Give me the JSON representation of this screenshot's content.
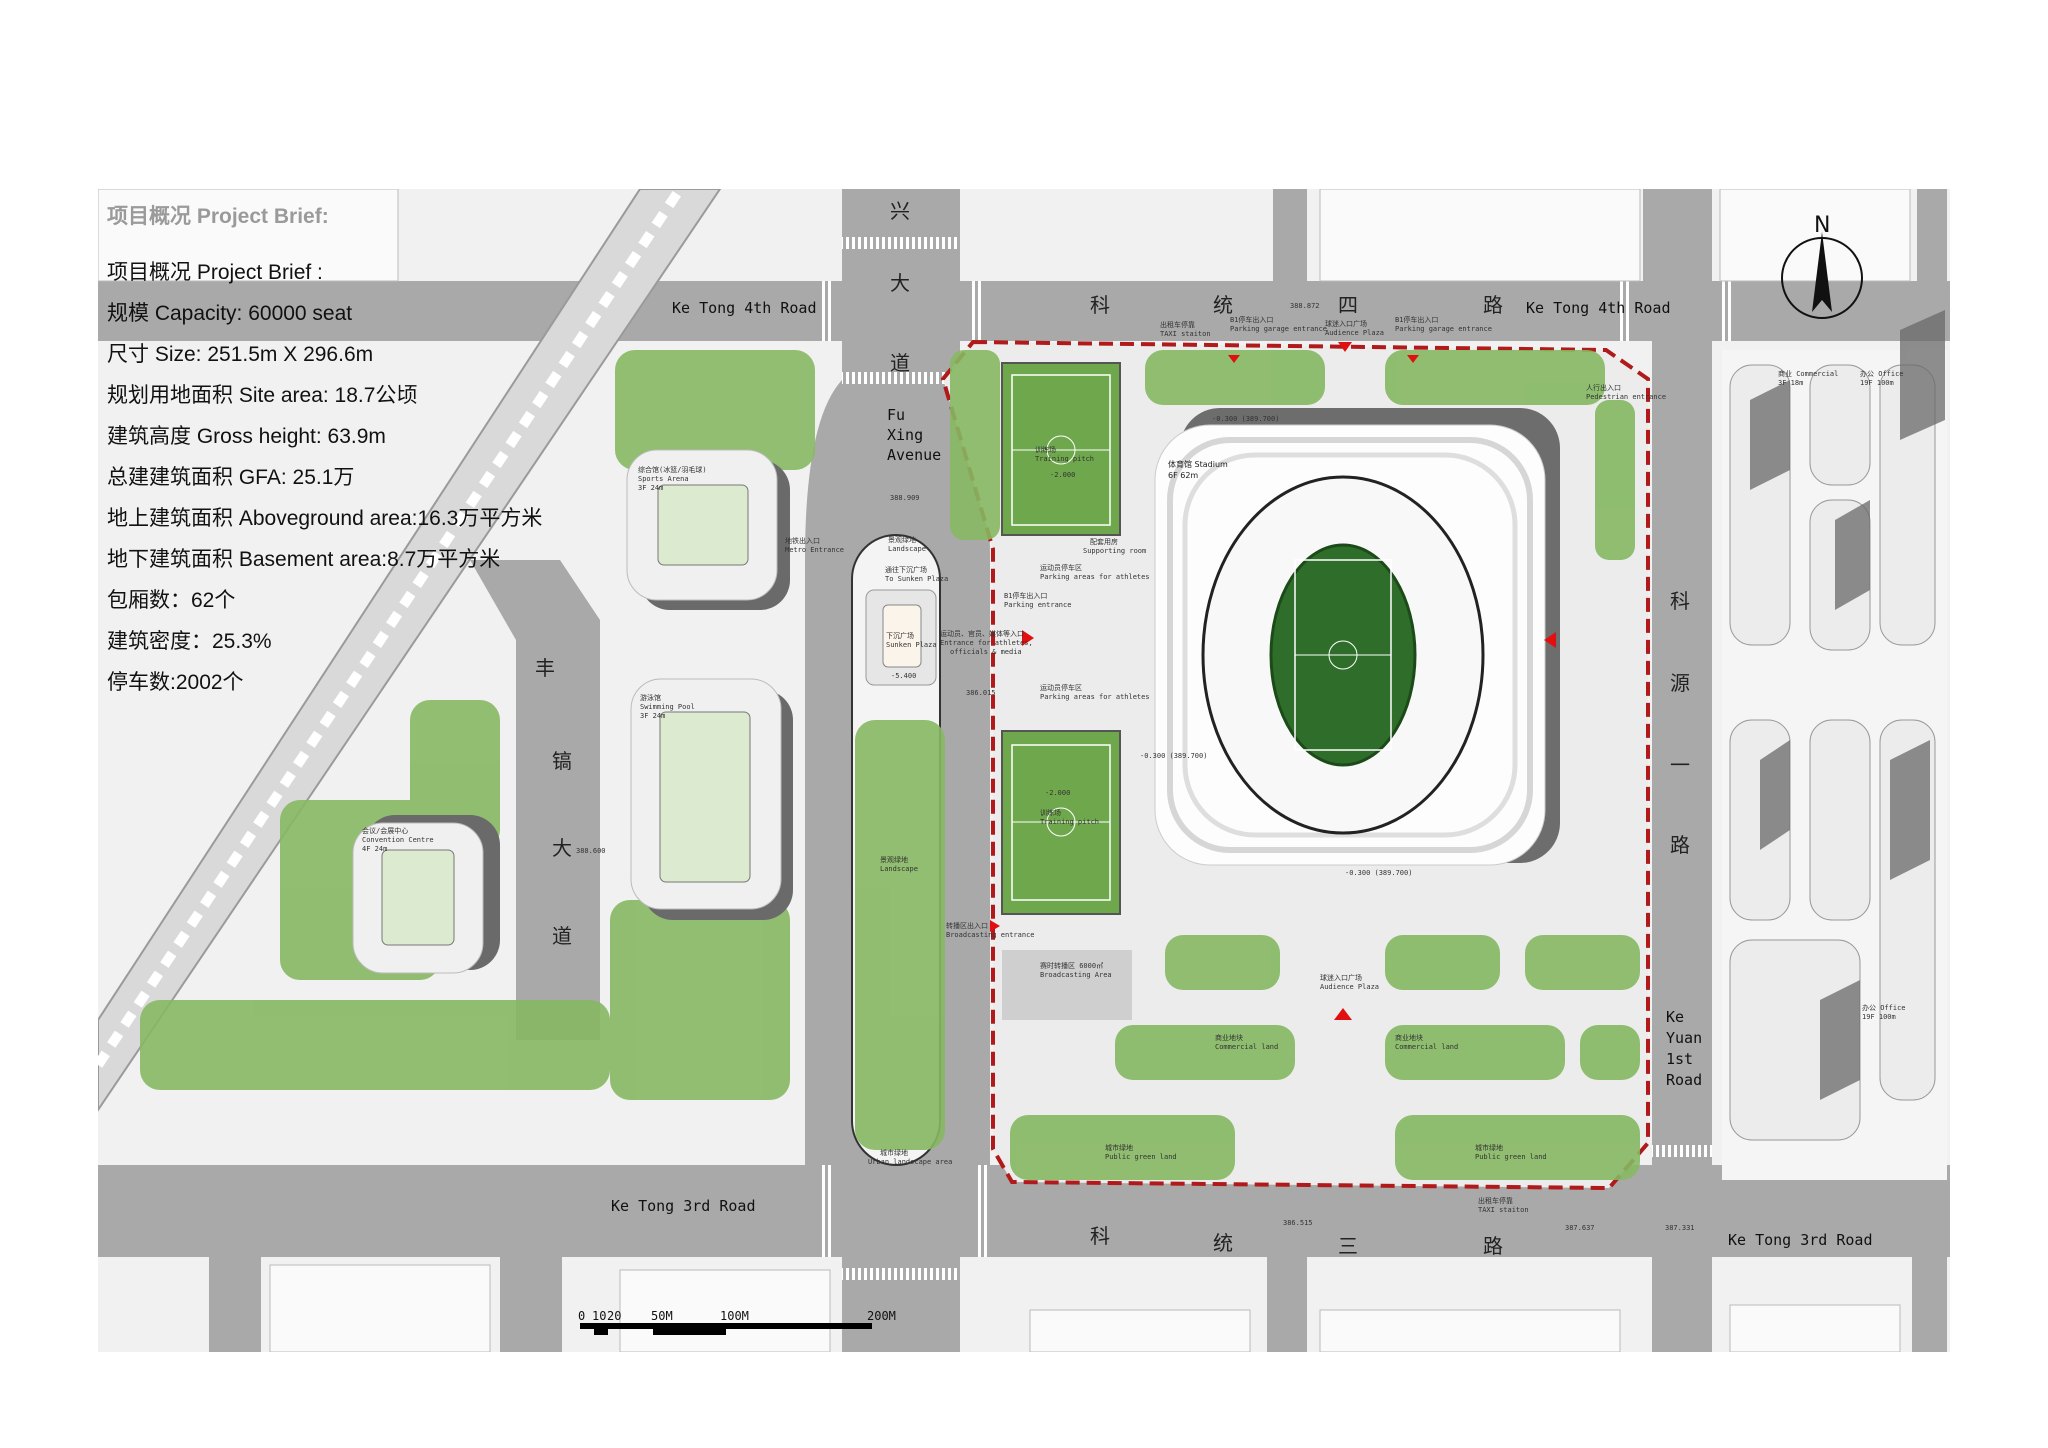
{
  "brief": {
    "title_ghost": "项目概况 Project Brief:",
    "lines": [
      "项目概况 Project Brief :",
      "规模 Capacity: 60000 seat",
      "尺寸 Size: 251.5m X 296.6m",
      "规划用地面积 Site area: 18.7公顷",
      "建筑高度 Gross height: 63.9m",
      "总建建筑面积 GFA: 25.1万",
      "地上建筑面积 Aboveground area:16.3万平方米",
      "地下建筑面积 Basement area:8.7万平方米",
      "包厢数：62个",
      "建筑密度：25.3%",
      "停车数:2002个"
    ]
  },
  "roads": {
    "ke_tong_4th_cn": [
      "科",
      "统",
      "四",
      "路"
    ],
    "ke_tong_4th_en": "Ke Tong 4th Road",
    "fu_xing_cn": [
      "兴",
      "大",
      "道"
    ],
    "fu_xing_en": [
      "Fu",
      "Xing",
      "Avenue"
    ],
    "feng_gao_cn": [
      "丰",
      "镐",
      "大",
      "道"
    ],
    "ke_yuan_cn": [
      "科",
      "源",
      "一",
      "路"
    ],
    "ke_yuan_en": [
      "Ke",
      "Yuan",
      "1st",
      "Road"
    ],
    "ke_tong_3rd_cn": [
      "科",
      "统",
      "三",
      "路"
    ],
    "ke_tong_3rd_en": "Ke Tong 3rd Road"
  },
  "labels": {
    "stadium": [
      "体育馆 Stadium",
      "6F 62m"
    ],
    "training_pitch": [
      "训练场",
      "Training pitch"
    ],
    "sports_arena": [
      "综合馆(冰篮/羽毛球)",
      "Sports Arena",
      "3F 24m"
    ],
    "swimming_pool": [
      "游泳馆",
      "Swimming Pool",
      "3F 24m"
    ],
    "convention_centre": [
      "会议/会展中心",
      "Convention Centre",
      "4F 24m"
    ],
    "audience_plaza": [
      "球迷入口广场",
      "Audience Plaza"
    ],
    "commercial_land": [
      "商业地块",
      "Commercial land"
    ],
    "public_green": [
      "城市绿地",
      "Public green land"
    ],
    "taxi": [
      "出租车停靠",
      "TAXI staiton"
    ],
    "parking_garage": [
      "B1停车出入口",
      "Parking garage entrance"
    ],
    "landscape": [
      "景观绿地",
      "Landscape"
    ],
    "sunken_plaza": [
      "下沉广场",
      "Sunken Plaza"
    ],
    "to_sunken": [
      "通往下沉广场",
      "To Sunken Plaza"
    ],
    "metro": [
      "地铁出入口",
      "Metro Entrance"
    ],
    "athletes_parking": [
      "运动员停车区",
      "Parking areas for athletes"
    ],
    "parking_entrance": [
      "B1停车出入口",
      "Parking entrance"
    ],
    "athletes_entrance": [
      "运动员、官员、媒体等入口",
      "Entrance for athletes,",
      "officials & media"
    ],
    "supporting_room": [
      "配套用房",
      "Supporting room"
    ],
    "broadcasting_entrance": [
      "转播区出入口",
      "Broadcasting entrance"
    ],
    "broadcasting_area": [
      "赛时转播区 6000㎡",
      "Broadcasting Area"
    ],
    "pedestrian": [
      "人行出入口",
      "Pedestrian entrance"
    ],
    "urban_landscape": [
      "城市绿地",
      "Urban landscape area"
    ],
    "office": [
      "办公 Office",
      "19F 100m"
    ],
    "commercial": [
      "商业 Commercial",
      "3F 18m"
    ]
  },
  "elevations": {
    "stadium_level": "-0.300 (389.700)",
    "pitch_level": "-2.000",
    "sunken_level": "-5.400",
    "road_1": "388.872",
    "road_2": "388.909",
    "road_3": "386.015",
    "road_4": "388.600",
    "road_5": "386.515",
    "road_6": "387.637",
    "road_7": "387.331"
  },
  "scale_bar": [
    "0",
    "10",
    "20",
    "50M",
    "100M",
    "200M"
  ],
  "north": "N",
  "colors": {
    "road": "#a8a8a8",
    "green": "#86b862",
    "boundary": "#b01a1a",
    "marker": "#e01010"
  }
}
